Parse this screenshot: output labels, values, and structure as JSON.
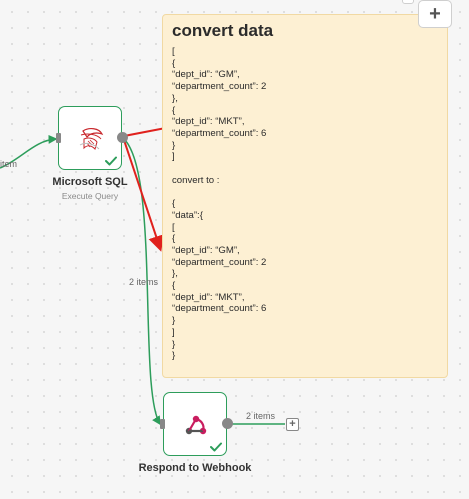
{
  "toolbar": {
    "add_label": "+"
  },
  "sticky": {
    "title": "convert data",
    "lines": [
      "[",
      "{",
      "“dept_id”: “GM”,",
      "“department_count”: 2",
      "},",
      "{",
      "“dept_id”: “MKT”,",
      "“department_count”: 6",
      "}",
      "]",
      "",
      "convert to :",
      "",
      "{",
      "“data”:{",
      "[",
      "{",
      "“dept_id”: “GM”,",
      "“department_count”: 2",
      "},",
      "{",
      "“dept_id”: “MKT”,",
      "“department_count”: 6",
      "}",
      "]",
      "}",
      "}"
    ]
  },
  "nodes": {
    "sql": {
      "title": "Microsoft SQL",
      "subtitle": "Execute Query",
      "icon": "database-icon"
    },
    "webhook": {
      "title": "Respond to Webhook",
      "icon": "webhook-icon"
    }
  },
  "edges": {
    "incoming_label": "item",
    "sql_to_webhook_label": "2 items",
    "webhook_out_label": "2 items",
    "endpoint_label": "+"
  },
  "colors": {
    "success": "#2d9d5b",
    "arrow": "#e0211d",
    "sticky": "#fdf0d3",
    "handle": "#888888"
  }
}
